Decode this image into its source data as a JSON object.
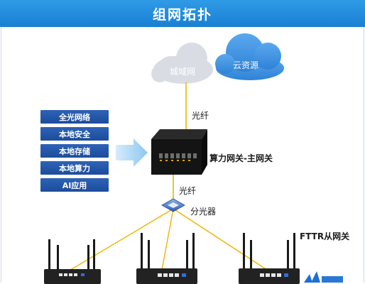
{
  "header": {
    "title": "组网拓扑"
  },
  "cloud": {
    "metro_label": "城域网",
    "cloud_label": "云资源"
  },
  "features": [
    "全光网络",
    "本地安全",
    "本地存储",
    "本地算力",
    "AI应用"
  ],
  "links": {
    "fiber_upper": "光纤",
    "fiber_lower": "光纤"
  },
  "gateway": {
    "label": "算力网关-主网关"
  },
  "splitter": {
    "label": "分光器"
  },
  "fttr": {
    "label": "FTTR从网关"
  },
  "colors": {
    "banner": "#1f87da",
    "feature_bg": "#2457a8",
    "link_yellow": "#f0b400",
    "cloud_blue": "#3a8fe0",
    "cloud_grey": "#d9dde3"
  }
}
